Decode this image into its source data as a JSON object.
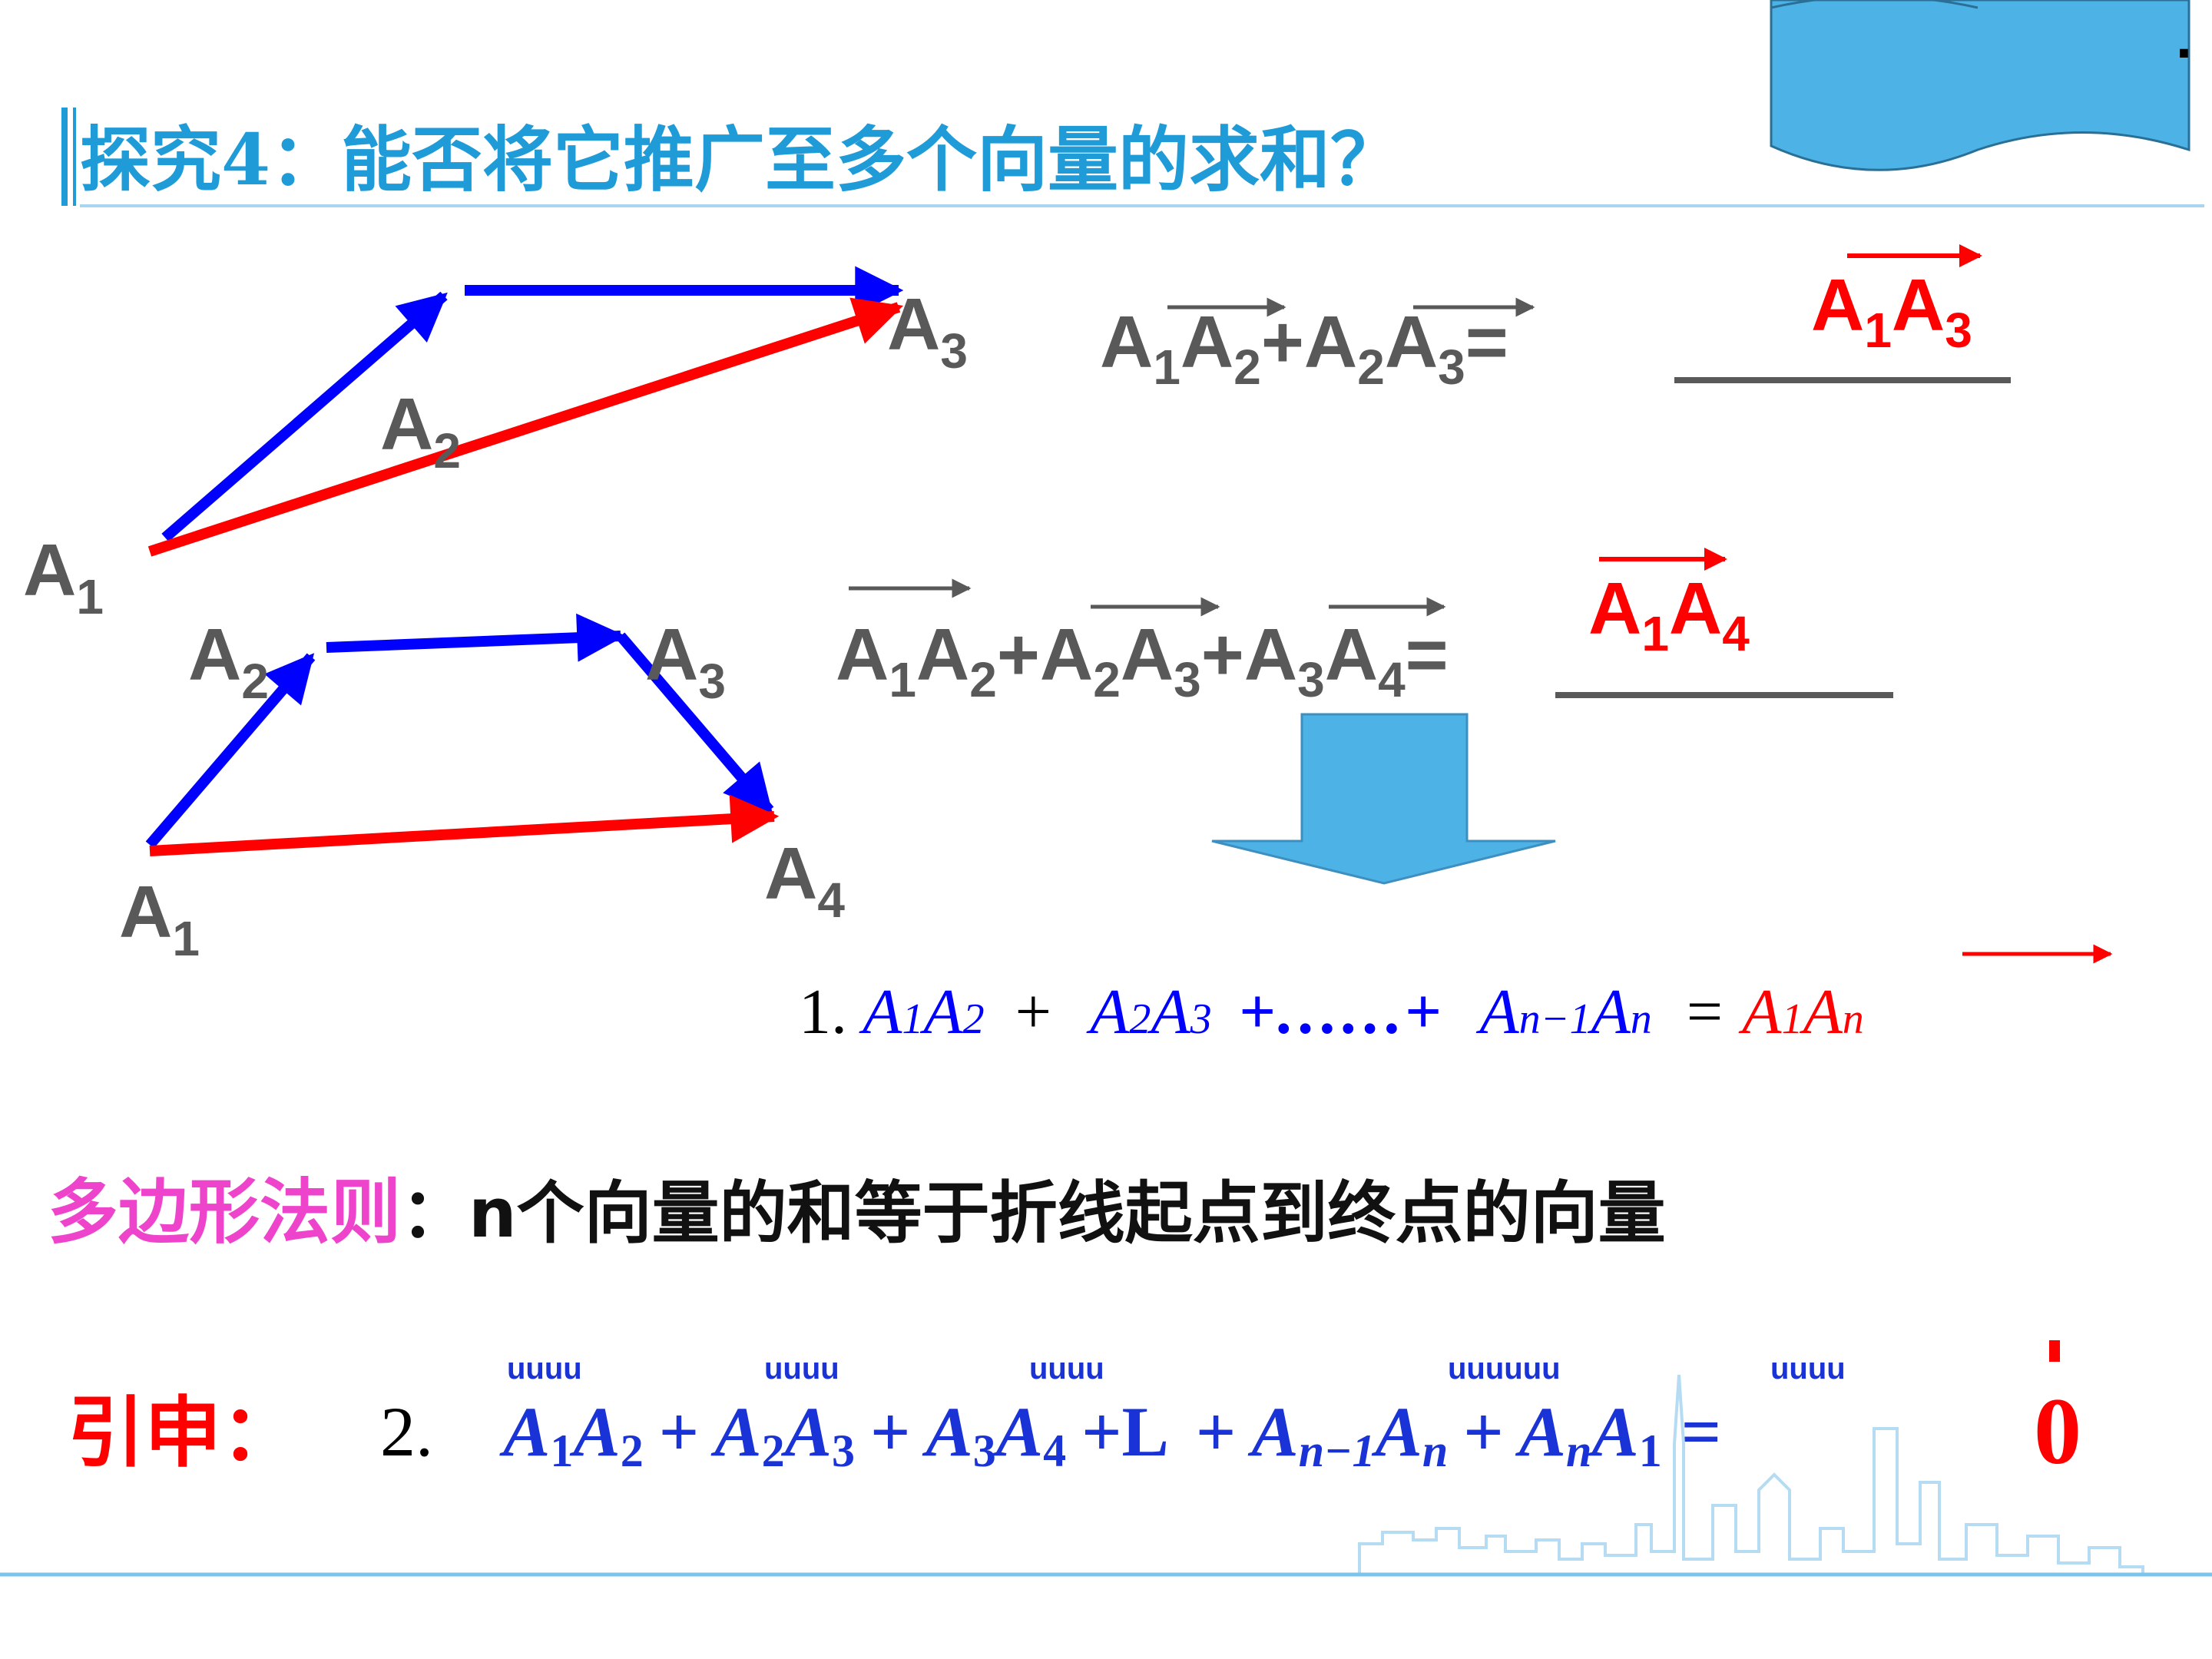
{
  "title": "探究4：能否将它推广至多个向量的求和？",
  "diagram1": {
    "labels": {
      "a1": {
        "main": "A",
        "sub": "1"
      },
      "a2": {
        "main": "A",
        "sub": "2"
      },
      "a3": {
        "main": "A",
        "sub": "3"
      }
    }
  },
  "diagram2": {
    "labels": {
      "a1": {
        "main": "A",
        "sub": "1"
      },
      "a2": {
        "main": "A",
        "sub": "2"
      },
      "a3": {
        "main": "A",
        "sub": "3"
      },
      "a4": {
        "main": "A",
        "sub": "4"
      }
    }
  },
  "equation1": {
    "lhs": {
      "t1": "A",
      "s1": "1",
      "t2": "A",
      "s2": "2",
      "op": "+",
      "t3": "A",
      "s3": "2",
      "t4": "A",
      "s4": "3",
      "eq": "="
    },
    "answer": {
      "t1": "A",
      "s1": "1",
      "t2": "A",
      "s2": "3"
    }
  },
  "equation2": {
    "lhs": {
      "t1": "A",
      "s1": "1",
      "t2": "A",
      "s2": "2",
      "op1": "+",
      "t3": "A",
      "s3": "2",
      "t4": "A",
      "s4": "3",
      "op2": "+",
      "t5": "A",
      "s5": "3",
      "t6": "A",
      "s6": "4",
      "eq": "="
    },
    "answer": {
      "t1": "A",
      "s1": "1",
      "t2": "A",
      "s2": "4"
    }
  },
  "formula1": {
    "number": "1.",
    "term1": {
      "a": "A",
      "s1": "1",
      "b": "A",
      "s2": "2"
    },
    "plus1": "+",
    "term2": {
      "a": "A",
      "s1": "2",
      "b": "A",
      "s2": "3"
    },
    "middle": "+……+",
    "term3": {
      "a": "A",
      "s1": "n−1",
      "b": "A",
      "s2": "n"
    },
    "eq": "=",
    "result": {
      "a": "A",
      "s1": "1",
      "b": "A",
      "s2": "n"
    }
  },
  "rule": {
    "name": "多边形法则",
    "text": "：n个向量的和等于折线起点到终点的向量"
  },
  "extension": {
    "label": "引申：",
    "number": "2.",
    "arrow_artifact": "uuuu",
    "arrow_artifact_long": "uuuuuu",
    "t1": {
      "a": "A",
      "s1": "1",
      "b": "A",
      "s2": "2"
    },
    "p1": "+",
    "t2": {
      "a": "A",
      "s1": "2",
      "b": "A",
      "s2": "3"
    },
    "p2": "+",
    "t3": {
      "a": "A",
      "s1": "3",
      "b": "A",
      "s2": "4"
    },
    "p3": "+L",
    "p4": "+",
    "t4": {
      "a": "A",
      "s1": "n−1",
      "b": "A",
      "s2": "n"
    },
    "p5": "+",
    "t5": {
      "a": "A",
      "s1": "n",
      "b": "A",
      "s2": "1"
    },
    "eq": "=",
    "result": "0"
  },
  "colors": {
    "blue_vector": "#0000ff",
    "red_vector": "#ff0000",
    "title": "#1f9bd8",
    "shape_fill": "#4db3e6",
    "rule_name": "#ee44cc"
  }
}
